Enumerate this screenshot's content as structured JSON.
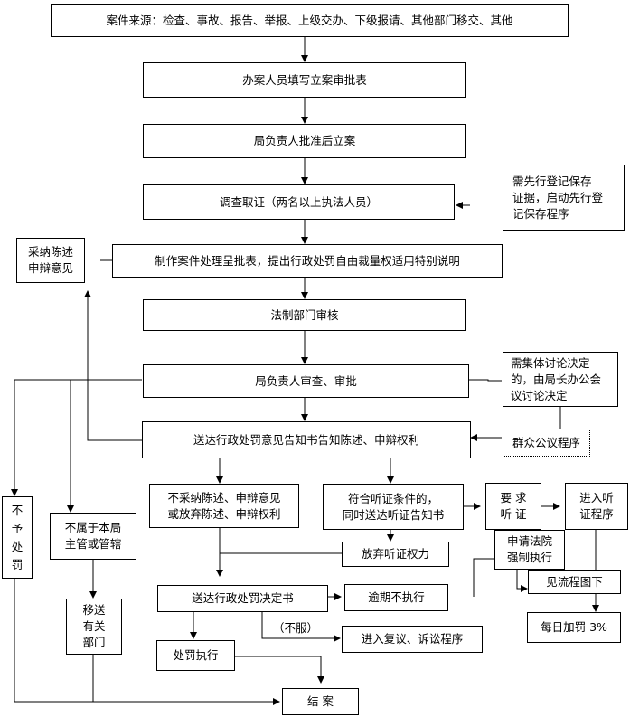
{
  "nodes": {
    "case_source": "案件来源：检查、事故、报告、举报、上级交办、下级报请、其他部门移交、其他",
    "fill_form": "办案人员填写立案审批表",
    "approve_filing": "局负责人批准后立案",
    "investigate": "调查取证（两名以上执法人员）",
    "pre_register": "需先行登记保存\n证据，启动先行登\n记保存程序",
    "adopt_statement": "采纳陈述\n申辩意见",
    "prepare_form": "制作案件处理呈批表，提出行政处罚自由裁量权适用特别说明",
    "legal_review": "法制部门审核",
    "leader_review": "局负责人审查、审批",
    "collective": "需集体讨论决定\n的，由局长办公会\n议讨论决定",
    "notice": "送达行政处罚意见告知书告知陈述、申辩权利",
    "mass_procedure": "群众公议程序",
    "no_penalty": "不\n予\n处\n罚",
    "not_jurisdiction": "不属于本局\n主管或管辖",
    "transfer": "移送\n有关\n部门",
    "not_adopted": "不采纳陈述、申辩意见\n或放弃陈述、申辩权利",
    "hearing_eligible": "符合听证条件的，\n同时送达听证告知书",
    "request_hearing": "要  求\n听  证",
    "enter_hearing": "进入听\n证程序",
    "waive_hearing": "放弃听证权力",
    "court_enforce": "申请法院\n强制执行",
    "see_flow": "见流程图下",
    "daily_fine": "每日加罚 3%",
    "decision": "送达行政处罚决定书",
    "overdue": "逾期不执行",
    "appeal": "进入复议、诉讼程序",
    "execute": "处罚执行",
    "close_case": "结  案"
  },
  "labels": {
    "disagree": "（不服）"
  }
}
